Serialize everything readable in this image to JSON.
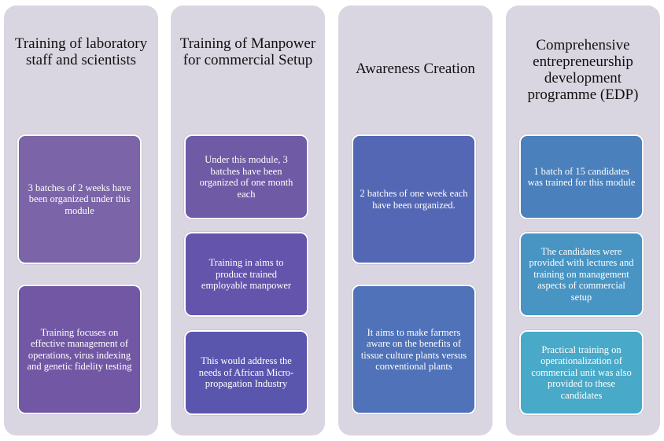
{
  "columns": [
    {
      "title": "Training of laboratory staff and scientists",
      "boxes": [
        "3 batches of 2 weeks have been organized under this module",
        "Training focuses on effective management of operations, virus indexing and genetic fidelity testing"
      ]
    },
    {
      "title": "Training of Manpower for commercial Setup",
      "boxes": [
        "Under this module, 3 batches have been organized of one month each",
        "Training in aims to produce trained employable manpower",
        "This would address the needs of African Micro-propagation Industry"
      ]
    },
    {
      "title": "Awareness Creation",
      "boxes": [
        "2 batches of one week each have been organized.",
        "It aims to make farmers aware on the benefits of tissue culture plants versus conventional plants"
      ]
    },
    {
      "title": "Comprehensive entrepreneurship development programme (EDP)",
      "boxes": [
        "1 batch of 15 candidates was trained for this module",
        "The candidates were provided with lectures and training on management aspects of commercial setup",
        "Practical training on operationalization of commercial unit was also provided to these candidates"
      ]
    }
  ],
  "colors": {
    "panel_background": "#d9d6e1",
    "col1_box1": "#7b64a8",
    "col1_box2": "#7258a4",
    "col2_box1": "#6f5aa5",
    "col2_box2": "#6554ab",
    "col2_box3": "#5b56ad",
    "col3_box1": "#5467b4",
    "col3_box2": "#4f72b8",
    "col4_box1": "#4a80bc",
    "col4_box2": "#4894c3",
    "col4_box3": "#49a9c8"
  }
}
